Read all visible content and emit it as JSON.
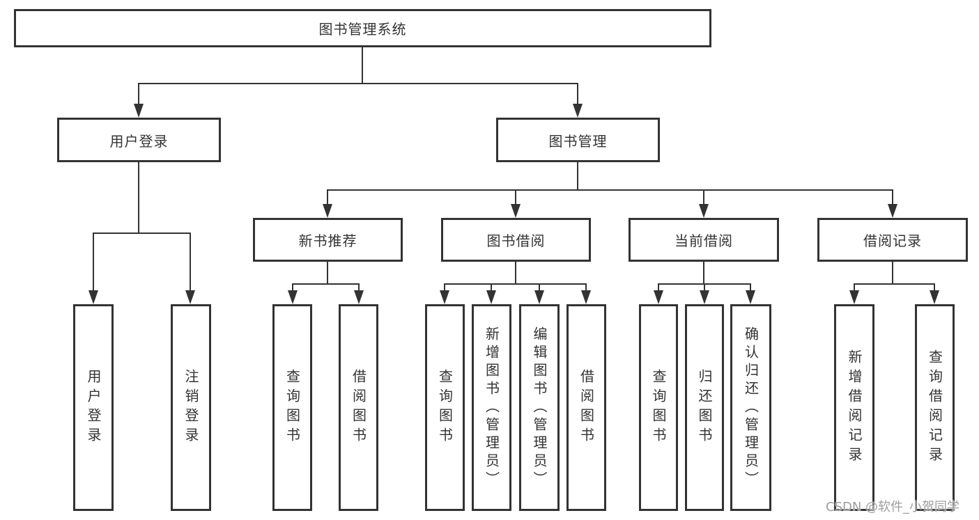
{
  "diagram": {
    "root": {
      "label": "图书管理系统"
    },
    "branches": {
      "user_login": {
        "label": "用户登录"
      },
      "book_mgmt": {
        "label": "图书管理"
      }
    },
    "sections": {
      "new_book_rec": {
        "label": "新书推荐"
      },
      "book_borrow": {
        "label": "图书借阅"
      },
      "current_borrow": {
        "label": "当前借阅"
      },
      "borrow_records": {
        "label": "借阅记录"
      }
    },
    "leaves": {
      "login": {
        "label": "用户登录"
      },
      "logout": {
        "label": "注销登录"
      },
      "rec_query": {
        "label": "查询图书"
      },
      "rec_borrow": {
        "label": "借阅图书"
      },
      "bb_query": {
        "label": "查询图书"
      },
      "bb_add": {
        "label": "新增图书（管理员）"
      },
      "bb_edit": {
        "label": "编辑图书（管理员）"
      },
      "bb_borrow": {
        "label": "借阅图书"
      },
      "cb_query": {
        "label": "查询图书"
      },
      "cb_return": {
        "label": "归还图书"
      },
      "cb_confirm": {
        "label": "确认归还（管理员）"
      },
      "br_add": {
        "label": "新增借阅记录"
      },
      "br_query": {
        "label": "查询借阅记录"
      }
    }
  },
  "watermark": {
    "text": "CSDN @软件_小贺同学"
  },
  "colors": {
    "line": "#333333",
    "text": "#333333",
    "watermark": "#9d9d9d",
    "background": "#ffffff"
  }
}
